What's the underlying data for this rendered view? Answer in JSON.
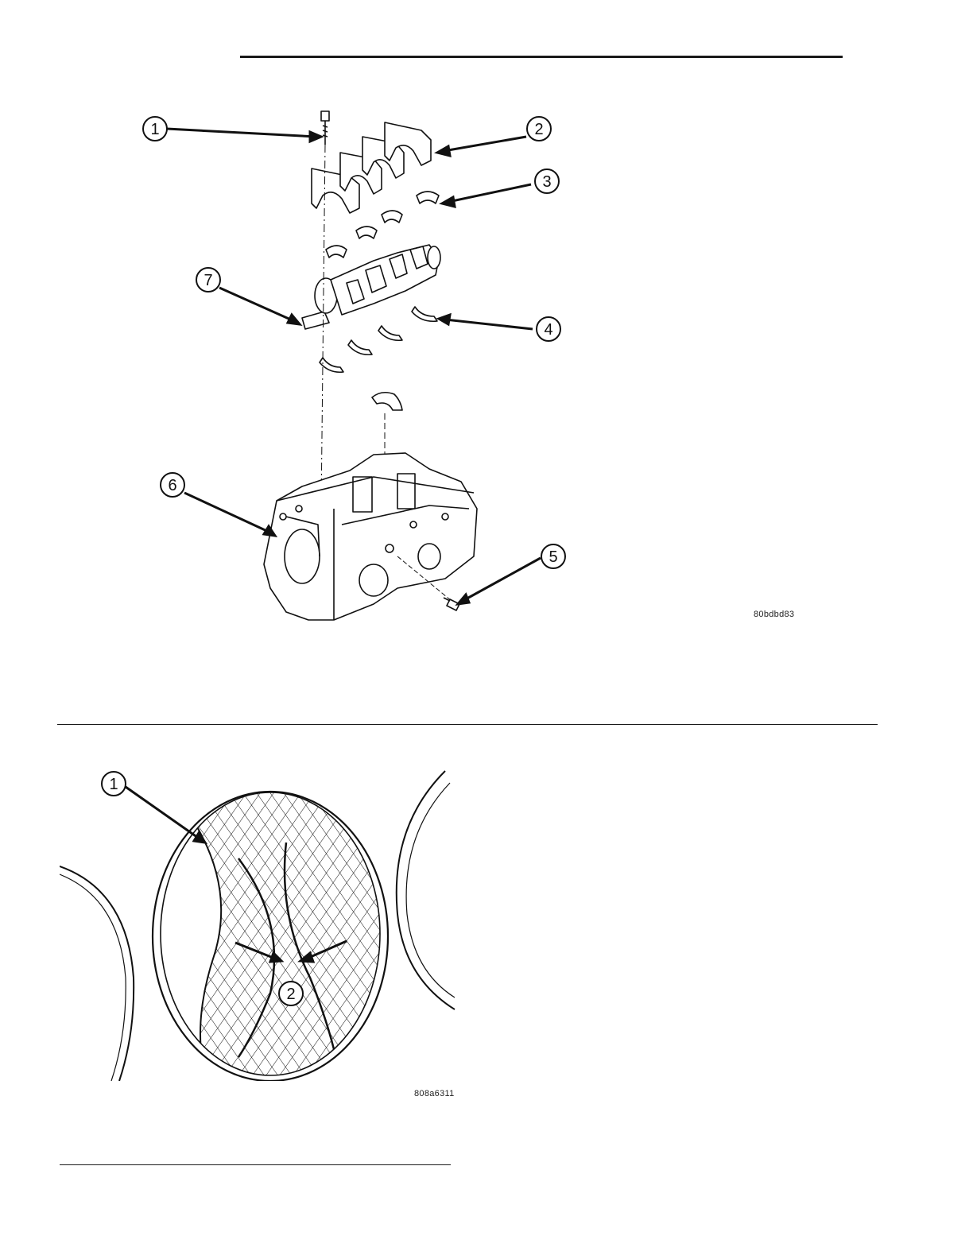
{
  "figure1": {
    "code": "80bdbd83",
    "callouts": [
      "1",
      "2",
      "3",
      "4",
      "5",
      "6",
      "7"
    ]
  },
  "figure2": {
    "code": "808a6311",
    "callouts": [
      "1",
      "2"
    ]
  }
}
